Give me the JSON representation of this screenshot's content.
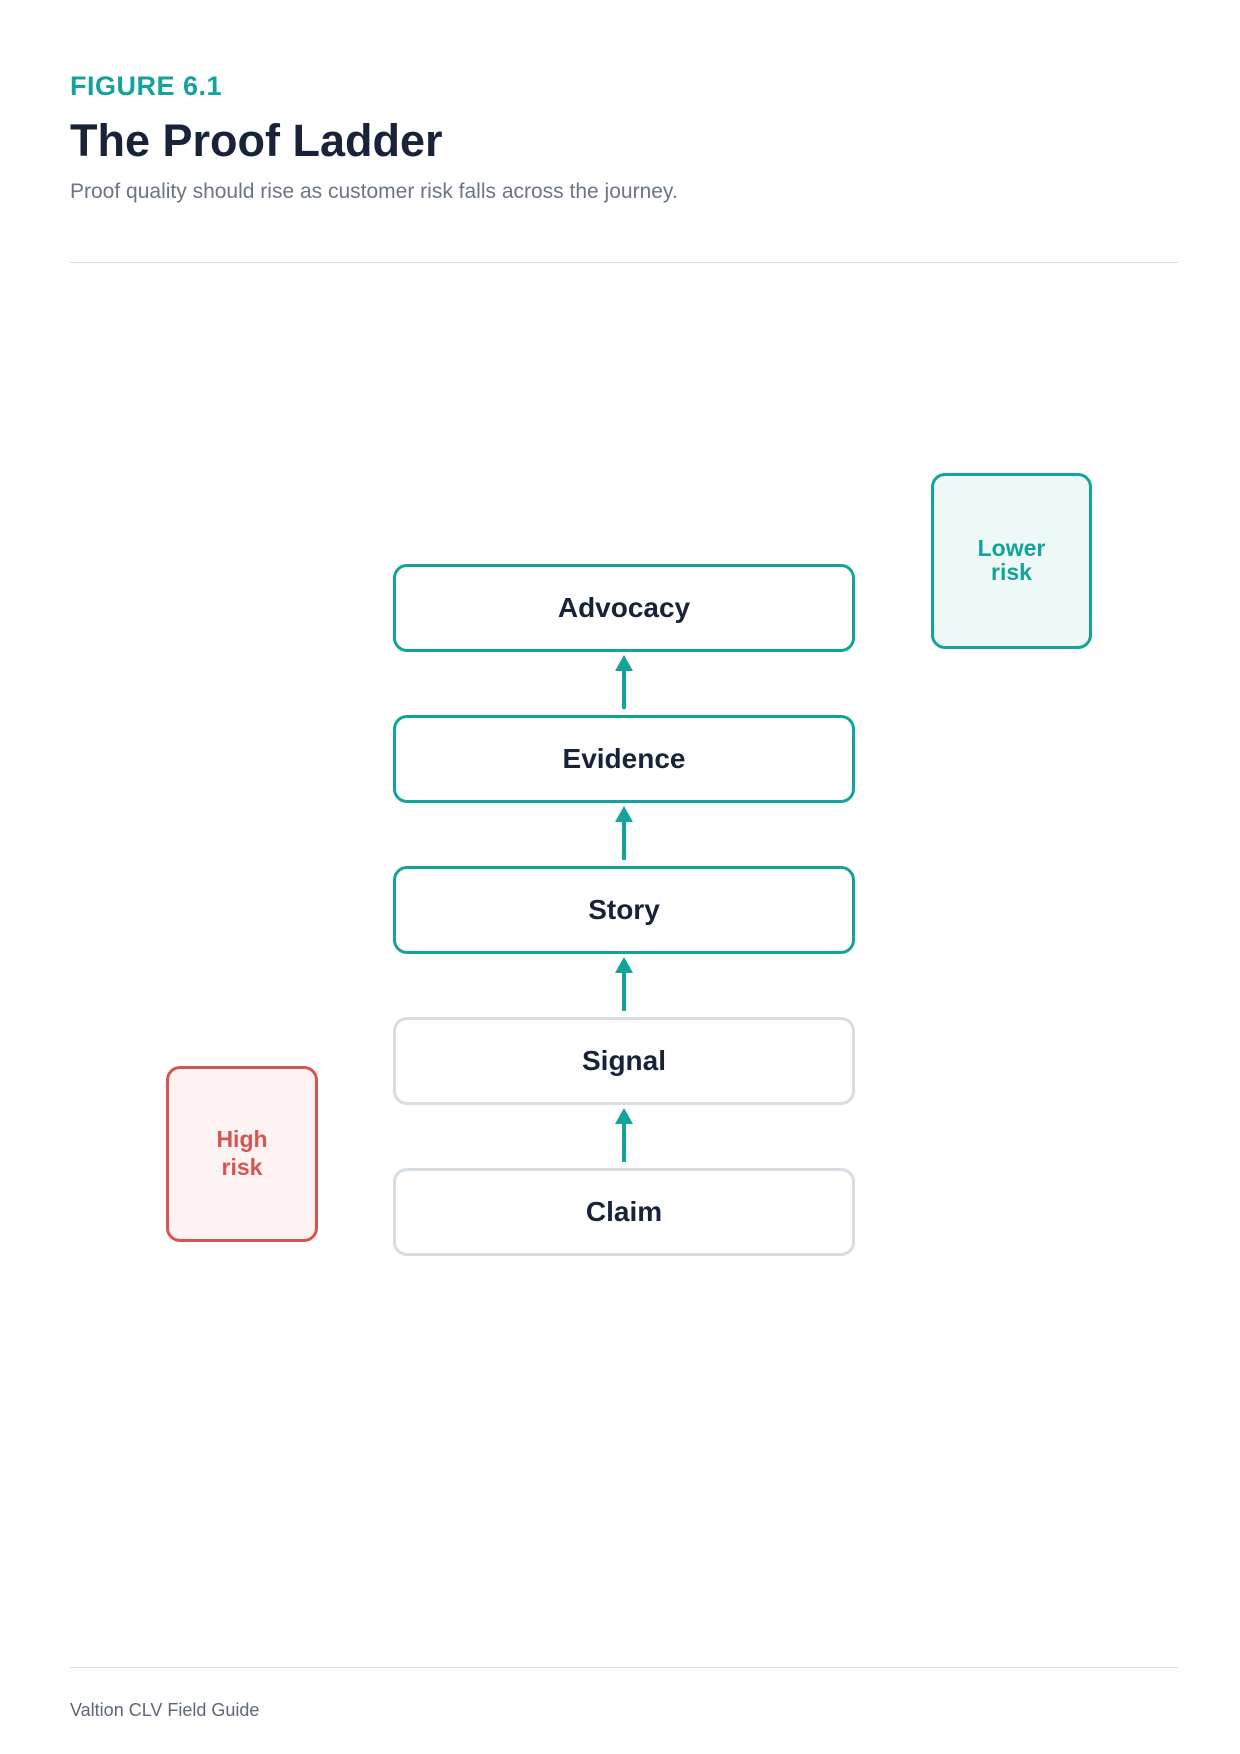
{
  "header": {
    "figure_label": "FIGURE 6.1",
    "title": "The Proof Ladder",
    "subtitle": "Proof quality should rise as customer risk falls across the journey."
  },
  "ladder": {
    "steps": [
      {
        "label": "Advocacy",
        "state": "active"
      },
      {
        "label": "Evidence",
        "state": "active"
      },
      {
        "label": "Story",
        "state": "active"
      },
      {
        "label": "Signal",
        "state": "inactive"
      },
      {
        "label": "Claim",
        "state": "inactive"
      }
    ],
    "arrow_direction": "up"
  },
  "risk_markers": {
    "lower": {
      "label": "Lower\nrisk",
      "position": "top-right"
    },
    "high": {
      "label": "High\nrisk",
      "position": "bottom-left"
    }
  },
  "footer": {
    "text": "Valtion CLV Field Guide"
  },
  "colors": {
    "accent": "#12a39b",
    "heading": "#18233a",
    "muted": "#6b7586",
    "inactive_border": "#d6dde3",
    "high_risk": "#d9544f",
    "high_risk_fill": "#fdf3f2",
    "lower_risk_fill": "#eef8f7"
  }
}
